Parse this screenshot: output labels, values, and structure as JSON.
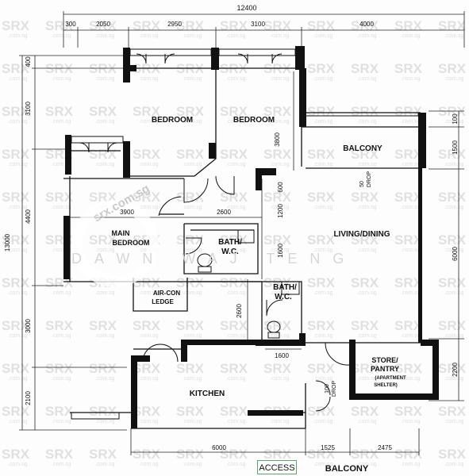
{
  "rooms": {
    "bedroom_1": "BEDROOM",
    "bedroom_2": "BEDROOM",
    "balcony_top": "BALCONY",
    "master_bedroom_line1": "MAIN",
    "master_bedroom_line2": "BEDROOM",
    "bath_1_line1": "BATH/",
    "bath_1_line2": "W.C.",
    "bath_2_line1": "BATH/",
    "bath_2_line2": "W.C.",
    "living_dining": "LIVING/DINING",
    "aircon_line1": "AIR-CON",
    "aircon_line2": "LEDGE",
    "store_line1": "STORE/",
    "store_line2": "PANTRY",
    "store_line3": "(APARTMENT",
    "store_line4": "SHELTER)",
    "kitchen": "KITCHEN",
    "balcony_bottom": "BALCONY",
    "access": "ACCESS"
  },
  "dimensions": {
    "top_total": "12400",
    "top_segments": [
      "300",
      "2050",
      "2950",
      "3100",
      "4000"
    ],
    "left_total": "13000",
    "left_segments": [
      "400",
      "3100",
      "4400",
      "3000",
      "2100"
    ],
    "right_segments": [
      "100",
      "1500",
      "6000",
      "2200"
    ],
    "inner_3900": "3900",
    "inner_2600_h": "2600",
    "inner_2600_v": "2600",
    "inner_1600_v": "1600",
    "inner_1600_h": "1600",
    "inner_3800": "3800",
    "inner_600": "600",
    "inner_1200": "1200",
    "drop_50": "50",
    "drop_label": "DROP",
    "drop_100": "100",
    "bottom_6000": "6000",
    "bottom_1525": "1525",
    "bottom_2475": "2475"
  },
  "watermark": {
    "brand": "SRX",
    "domain": ".com.sg",
    "stamp": "srx.com.sg",
    "agent": "DAWN WAJ TENG"
  },
  "colors": {
    "wall": "#111111",
    "watermark": "#c9c9c9",
    "access_border": "#5aa865"
  }
}
